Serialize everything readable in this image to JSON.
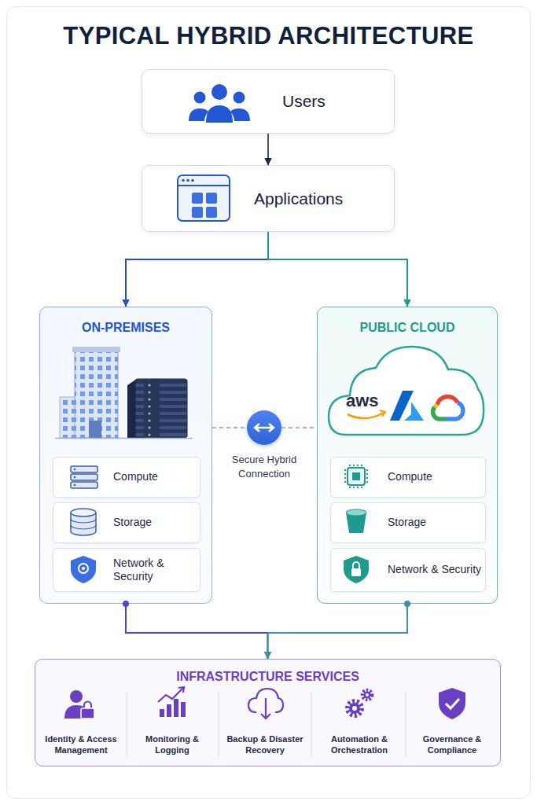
{
  "diagram": {
    "title": "TYPICAL HYBRID ARCHITECTURE",
    "nodes": [
      {
        "text": [
          "Users"
        ]
      },
      {
        "text": [
          "Applications"
        ]
      },
      {
        "text": [
          "ON-PREMISES"
        ]
      },
      {
        "text": [
          "Compute"
        ],
        "in": 2
      },
      {
        "text": [
          "Storage"
        ],
        "in": 2
      },
      {
        "text": [
          "Network & Security"
        ],
        "in": 2
      },
      {
        "text": [
          "Secure Hybrid Connection"
        ]
      },
      {
        "text": [
          "PUBLIC CLOUD"
        ]
      },
      {
        "text": [
          "Compute"
        ],
        "in": 7
      },
      {
        "text": [
          "Storage"
        ],
        "in": 7
      },
      {
        "text": [
          "Network & Security"
        ],
        "in": 7
      },
      {
        "text": [
          "INFRASTRUCTURE SERVICES"
        ]
      }
    ],
    "edges": [
      {
        "from": 0,
        "to": 1,
        "arrow": "to"
      },
      {
        "from": 1,
        "to": 2,
        "arrow": "to"
      },
      {
        "from": 1,
        "to": 7,
        "arrow": "to"
      },
      {
        "from": 2,
        "to": 6,
        "arrow": "none"
      },
      {
        "from": 6,
        "to": 7,
        "arrow": "none"
      },
      {
        "from": 2,
        "to": 11,
        "arrow": "to"
      },
      {
        "from": 7,
        "to": 11,
        "arrow": "to"
      }
    ],
    "labels": [
      "aws",
      "Identity & Access Management",
      "Monitoring & Logging",
      "Backup & Disaster Recovery",
      "Automation & Orchestration",
      "Governance & Compliance"
    ]
  }
}
